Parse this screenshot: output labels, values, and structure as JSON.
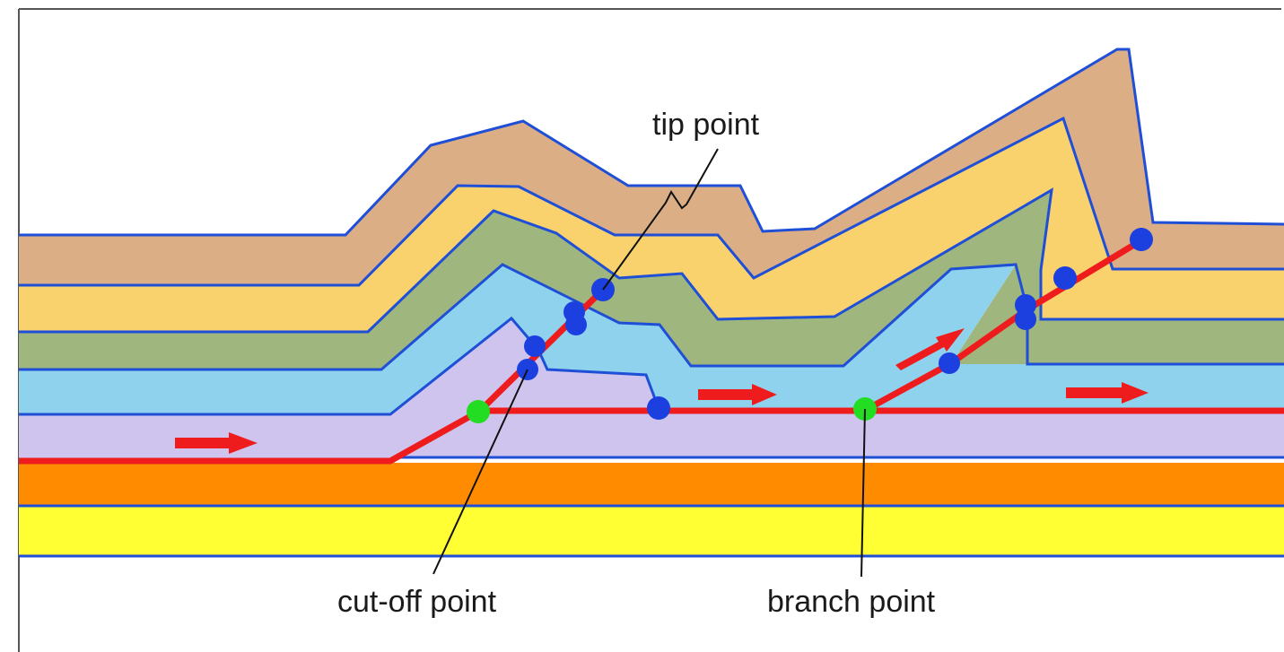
{
  "diagram": {
    "labels": {
      "tip": "tip point",
      "cutoff": "cut-off point",
      "branch": "branch point"
    },
    "colors": {
      "outline": "#1f4fd6",
      "fault": "#ee1c1c",
      "intersection_point": "#1c3fe0",
      "key_point": "#22dd22",
      "layer_tan": "#dcae86",
      "layer_yellow": "#f9d26e",
      "layer_green": "#9fb67e",
      "layer_blue": "#8fd2ee",
      "layer_lavender": "#cfc4ee",
      "layer_orange": "#ff8c00",
      "layer_bright_yellow": "#ffff33"
    }
  }
}
